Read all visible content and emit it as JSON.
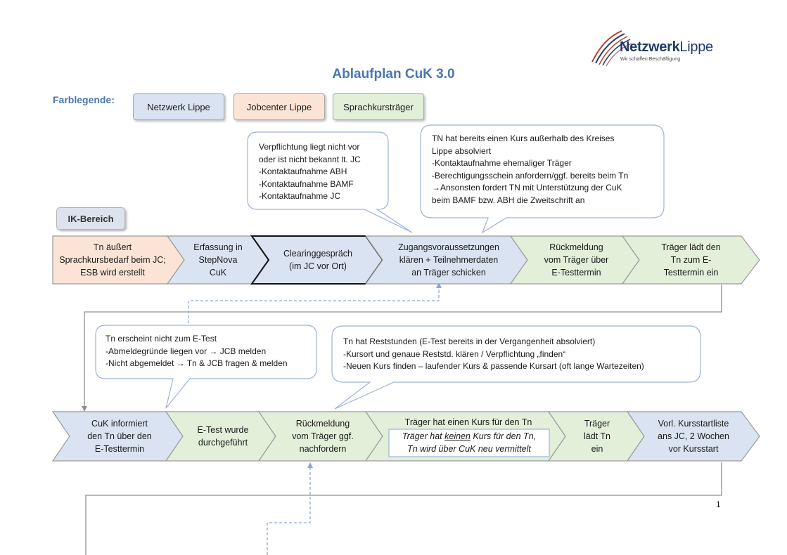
{
  "logo": {
    "name_bold": "Netzwerk",
    "name_light": "Lippe",
    "tagline": "Wir schaffen Beschäftigung"
  },
  "title": "Ablaufplan CuK 3.0",
  "legend": {
    "label": "Farblegende:",
    "items": [
      {
        "label": "Netzwerk Lippe",
        "color": "#dae3f1"
      },
      {
        "label": "Jobcenter Lippe",
        "color": "#fbe4d5"
      },
      {
        "label": "Sprachkursträger",
        "color": "#e2efd9"
      }
    ]
  },
  "section_label": "IK-Bereich",
  "callouts": {
    "verpflichtung": [
      "Verpflichtung liegt nicht vor",
      "oder ist nicht bekannt lt. JC",
      "-Kontaktaufnahme ABH",
      "-Kontaktaufnahme BAMF",
      "-Kontaktaufnahme JC"
    ],
    "tn_kurs_ausserhalb": [
      "TN hat bereits einen Kurs außerhalb des Kreises",
      "Lippe absolviert",
      "-Kontaktaufnahme ehemaliger Träger",
      "-Berechtigungsschein anfordern/ggf. bereits beim Tn",
      "→Ansonsten fordert TN mit Unterstützung der CuK",
      "beim BAMF bzw. ABH die Zweitschrift an"
    ],
    "nicht_erscheinen": [
      "Tn erscheint nicht zum E-Test",
      "-Abmeldegründe liegen vor → JCB melden",
      "-Nicht abgemeldet → Tn & JCB fragen & melden"
    ],
    "reststunden": [
      "Tn hat Reststunden (E-Test bereits in der Vergangenheit absolviert)",
      "-Kursort und genaue Reststd. klären / Verpflichtung „finden“",
      "-Neuen Kurs finden – laufender Kurs & passende Kursart (oft lange Wartezeiten)"
    ]
  },
  "row1": [
    {
      "lines": [
        "Tn äußert",
        "Sprachkursbedarf beim JC;",
        "ESB wird erstellt"
      ],
      "color": "#fbe4d5"
    },
    {
      "lines": [
        "Erfassung in",
        "StepNova",
        "CuK"
      ],
      "color": "#dae3f1"
    },
    {
      "lines": [
        "Clearinggespräch",
        "(im JC vor Ort)"
      ],
      "color": "#dae3f1"
    },
    {
      "lines": [
        "Zugangsvoraussetzungen",
        "klären + Teilnehmerdaten",
        "an Träger schicken"
      ],
      "color": "#dae3f1"
    },
    {
      "lines": [
        "Rückmeldung",
        "vom Träger über",
        "E-Testtermin"
      ],
      "color": "#e2efd9"
    },
    {
      "lines": [
        "Träger lädt den",
        "Tn zum E-",
        "Testtermin ein"
      ],
      "color": "#e2efd9"
    }
  ],
  "row2": [
    {
      "lines": [
        "CuK informiert",
        "den Tn über den",
        "E-Testtermin"
      ],
      "color": "#dae3f1"
    },
    {
      "lines": [
        "E-Test wurde",
        "durchgeführt"
      ],
      "color": "#e2efd9"
    },
    {
      "lines": [
        "Rückmeldung",
        "vom Träger ggf.",
        "nachfordern"
      ],
      "color": "#e2efd9"
    },
    {
      "lines": [
        "Träger hat einen Kurs für den Tn"
      ],
      "color": "#e2efd9"
    },
    {
      "lines": [
        "Träger",
        "lädt Tn",
        "ein"
      ],
      "color": "#e2efd9"
    },
    {
      "lines": [
        "Vorl. Kursstartliste",
        "ans JC, 2 Wochen",
        "vor Kursstart"
      ],
      "color": "#dae3f1"
    }
  ],
  "inner_note": {
    "pre": "Träger hat ",
    "emph": "keinen",
    "post": " Kurs für den Tn,",
    "line2": "Tn wird über CuK neu vermittelt"
  },
  "page_number": "1"
}
